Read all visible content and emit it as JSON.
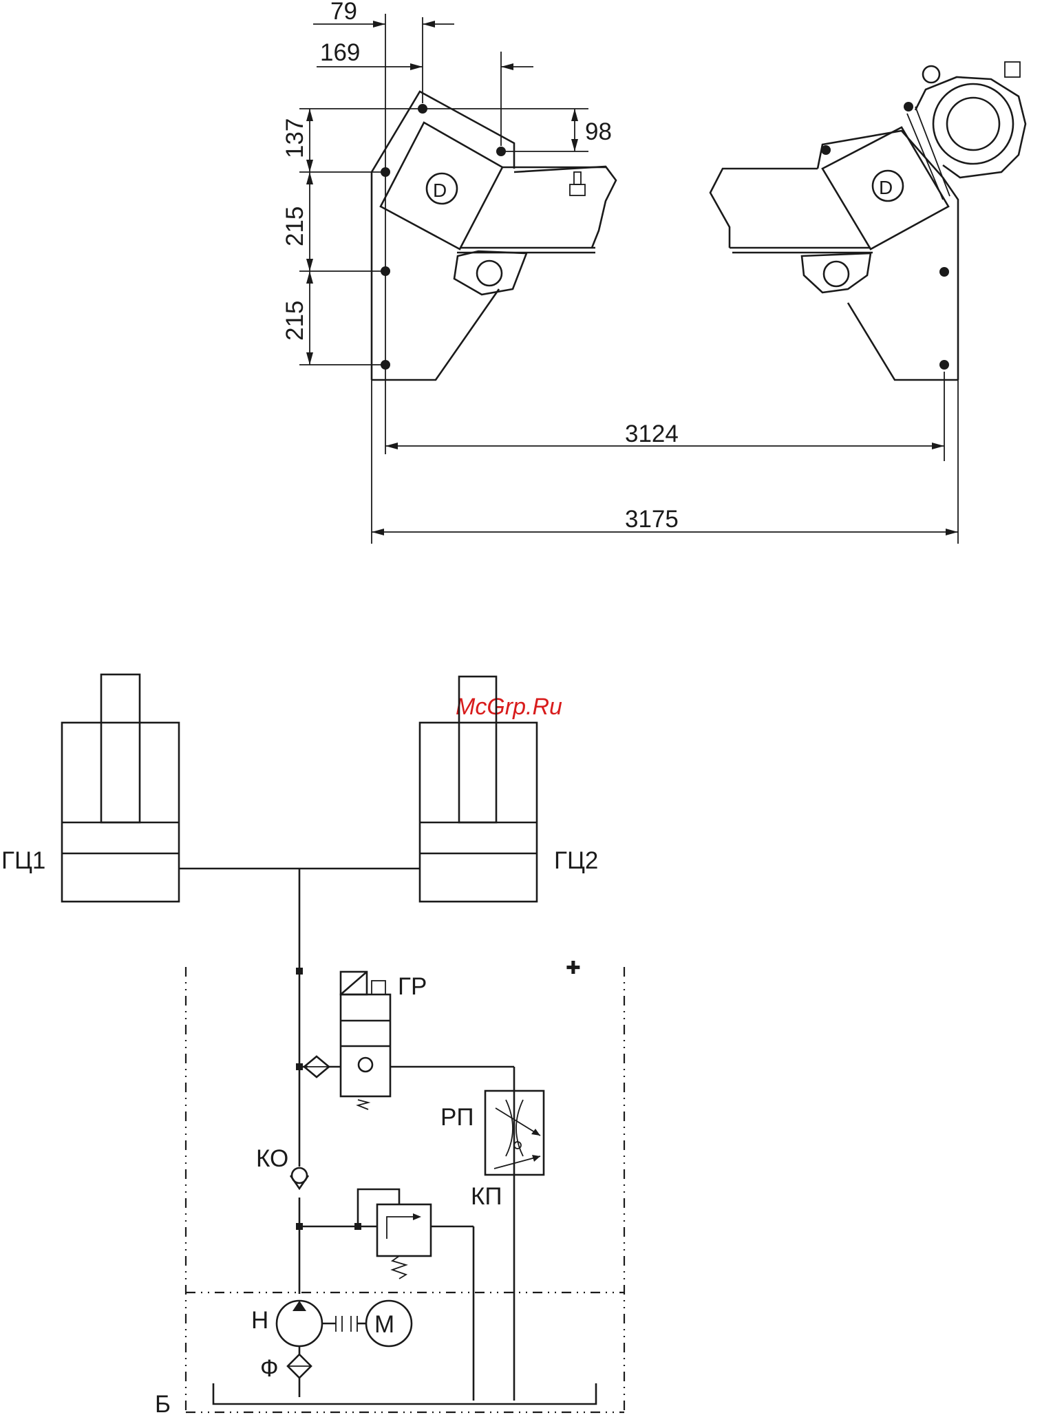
{
  "dimensions": {
    "d79": "79",
    "d169": "169",
    "d98": "98",
    "d137": "137",
    "d215a": "215",
    "d215b": "215",
    "d3124": "3124",
    "d3175": "3175"
  },
  "labels": {
    "gc1": "ГЦ1",
    "gc2": "ГЦ2",
    "gr": "ГР",
    "rp": "РП",
    "kp": "КП",
    "ko": "КО",
    "n": "Н",
    "m": "М",
    "f": "Ф",
    "b": "Б"
  },
  "watermark": "McGrp.Ru"
}
